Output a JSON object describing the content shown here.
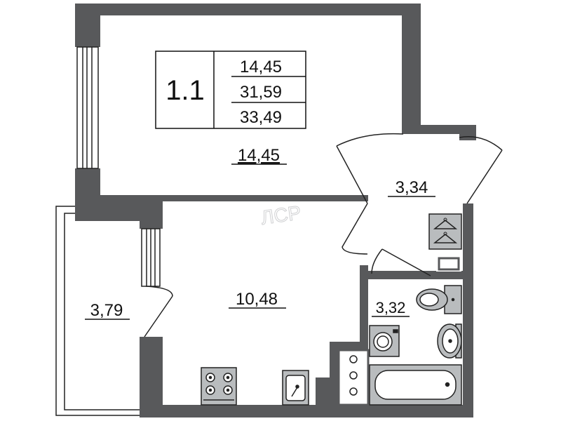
{
  "apartment": {
    "code": "1.1",
    "areas": [
      "14,45",
      "31,59",
      "33,49"
    ]
  },
  "rooms": {
    "bedroom": "14,45",
    "hallway": "3,34",
    "bathroom": "3,32",
    "loggia": "3,79",
    "kitchen": "10,48"
  },
  "watermark": "ЛСР",
  "colors": {
    "wall": "#58595b",
    "fixture_fill": "#b9bcbe",
    "line": "#222222"
  }
}
